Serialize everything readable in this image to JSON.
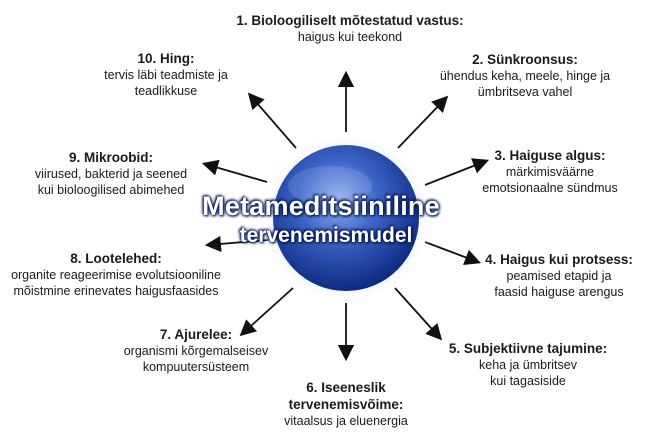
{
  "center": {
    "title": "Metameditsiiniline",
    "subtitle": "tervenemismudel"
  },
  "nodes": [
    {
      "title": "1. Bioloogiliselt mõtestatud vastus:",
      "lines": [
        "haigus kui teekond"
      ]
    },
    {
      "title": "2. Sünkroonsus:",
      "lines": [
        "ühendus keha, meele, hinge ja",
        "ümbritseva vahel"
      ]
    },
    {
      "title": "3. Haiguse algus:",
      "lines": [
        "märkimisväärne",
        "emotsionaalne sündmus"
      ]
    },
    {
      "title": "4. Haigus kui protsess:",
      "lines": [
        "peamised etapid ja",
        "faasid haiguse arengus"
      ]
    },
    {
      "title": "5. Subjektiivne tajumine:",
      "lines": [
        "keha ja ümbritsev",
        "kui tagasiside"
      ]
    },
    {
      "title_lines": [
        "6. Iseeneslik",
        "tervenemisvõime:"
      ],
      "lines": [
        "vitaalsus ja eluenergia"
      ]
    },
    {
      "title": "7. Ajurelee:",
      "lines": [
        "organismi kõrgemalseisev",
        "kompuutersüsteem"
      ]
    },
    {
      "title": "8. Lootelehed:",
      "lines": [
        "organite reageerimise evolutsiooniline",
        "mõistmine erinevates haigusfaasides"
      ]
    },
    {
      "title": "9. Mikroobid:",
      "lines": [
        "viirused, bakterid ja seened",
        "kui bioloogilised abimehed"
      ]
    },
    {
      "title": "10. Hing:",
      "lines": [
        "tervis läbi teadmiste ja",
        "teadlikkuse"
      ]
    }
  ],
  "colors": {
    "sphere_light": "#8fb1f2",
    "sphere_mid": "#3b63c7",
    "sphere_dark": "#0e2a80",
    "glow": "#c9d9ff",
    "arrow": "#111111"
  }
}
